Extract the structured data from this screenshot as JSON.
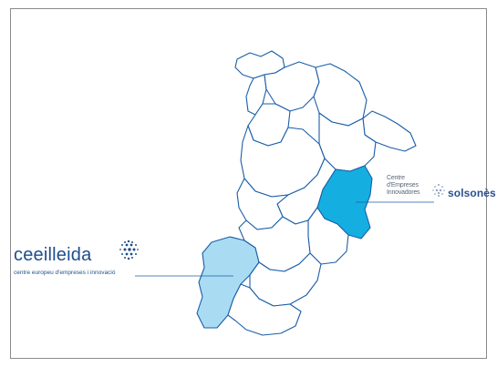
{
  "colors": {
    "outline": "#1a5ea8",
    "fill_default": "#ffffff",
    "fill_solsones": "#15aee0",
    "fill_segria": "#a9dcf3",
    "leader_line": "#1a5ea8"
  },
  "map": {
    "regions": [
      {
        "id": "val-aran"
      },
      {
        "id": "alta-ribagorca"
      },
      {
        "id": "pallars-sobira"
      },
      {
        "id": "alt-urgell"
      },
      {
        "id": "pallars-jussa"
      },
      {
        "id": "cerdanya"
      },
      {
        "id": "berguedà"
      },
      {
        "id": "noguera"
      },
      {
        "id": "solsones",
        "highlight": "fill_solsones"
      },
      {
        "id": "segarra"
      },
      {
        "id": "urgell"
      },
      {
        "id": "pla-d-urgell"
      },
      {
        "id": "segria",
        "highlight": "fill_segria"
      },
      {
        "id": "garrigues"
      },
      {
        "id": "anoia"
      },
      {
        "id": "conca"
      }
    ]
  },
  "logo_left": {
    "wordmark": "ceeilleida",
    "tagline": "centre europeu d'empreses i innovació",
    "icon": "dot-globe-icon"
  },
  "logo_right": {
    "line1": "Centre",
    "line2": "d'Empreses",
    "line3": "Innovadores",
    "wordmark": "solsonès",
    "icon": "dot-globe-icon"
  }
}
